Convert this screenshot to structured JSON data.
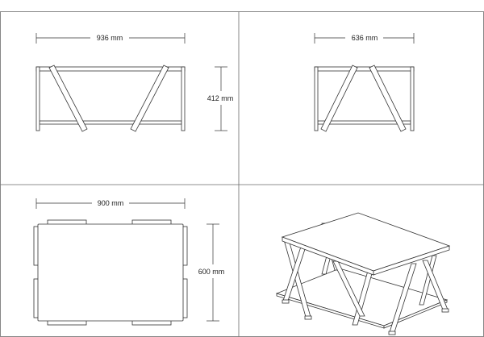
{
  "views": {
    "front": {
      "width_label": "936 mm",
      "height_label": "412 mm"
    },
    "side": {
      "width_label": "636 mm"
    },
    "top": {
      "width_label": "900 mm",
      "depth_label": "600 mm"
    },
    "iso": {}
  },
  "colors": {
    "line": "#333333",
    "frame": "#6a6a6a",
    "background": "#ffffff"
  }
}
